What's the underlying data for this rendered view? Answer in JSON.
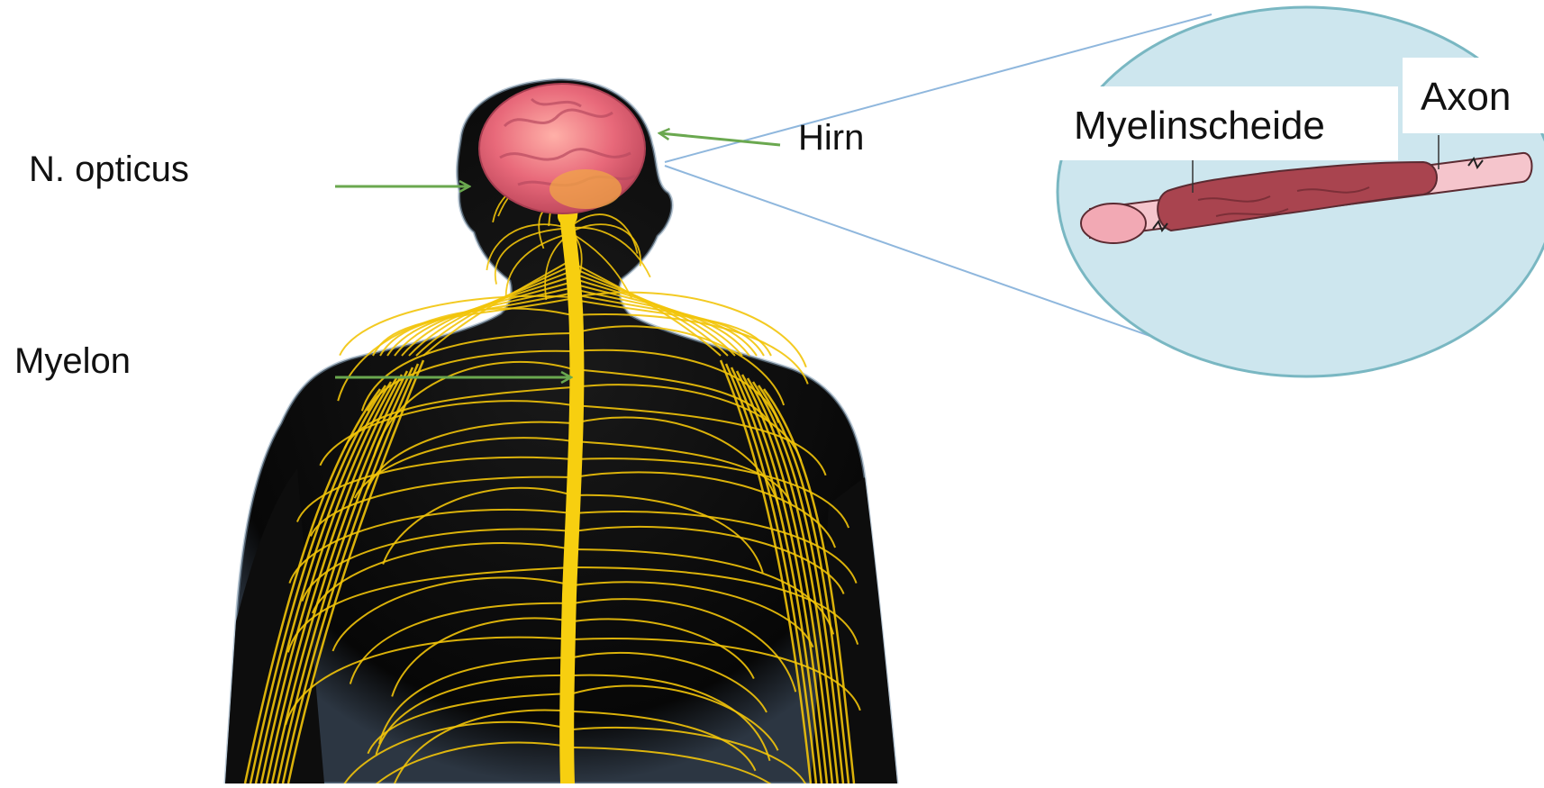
{
  "diagram": {
    "labels": {
      "opticus": "N. opticus",
      "myelon": "Myelon",
      "hirn": "Hirn",
      "myelinscheide": "Myelinscheide",
      "axon": "Axon"
    },
    "colors": {
      "arrow": "#6aa84f",
      "body": "#0b0b0b",
      "body_glow": "#8aa2b8",
      "nerve": "#f2c40a",
      "spinal_cord": "#f7cf10",
      "brain": "#e8697a",
      "zoom_circle_fill": "#cde6ee",
      "zoom_circle_stroke": "#79b7c2",
      "zoom_lines": "#8fb7dd",
      "myelin": "#a9444f",
      "axon": "#f5c5cc"
    },
    "icons": [
      "human-nervous-system-figure",
      "brain",
      "spinal-cord",
      "myelinated-axon"
    ]
  }
}
